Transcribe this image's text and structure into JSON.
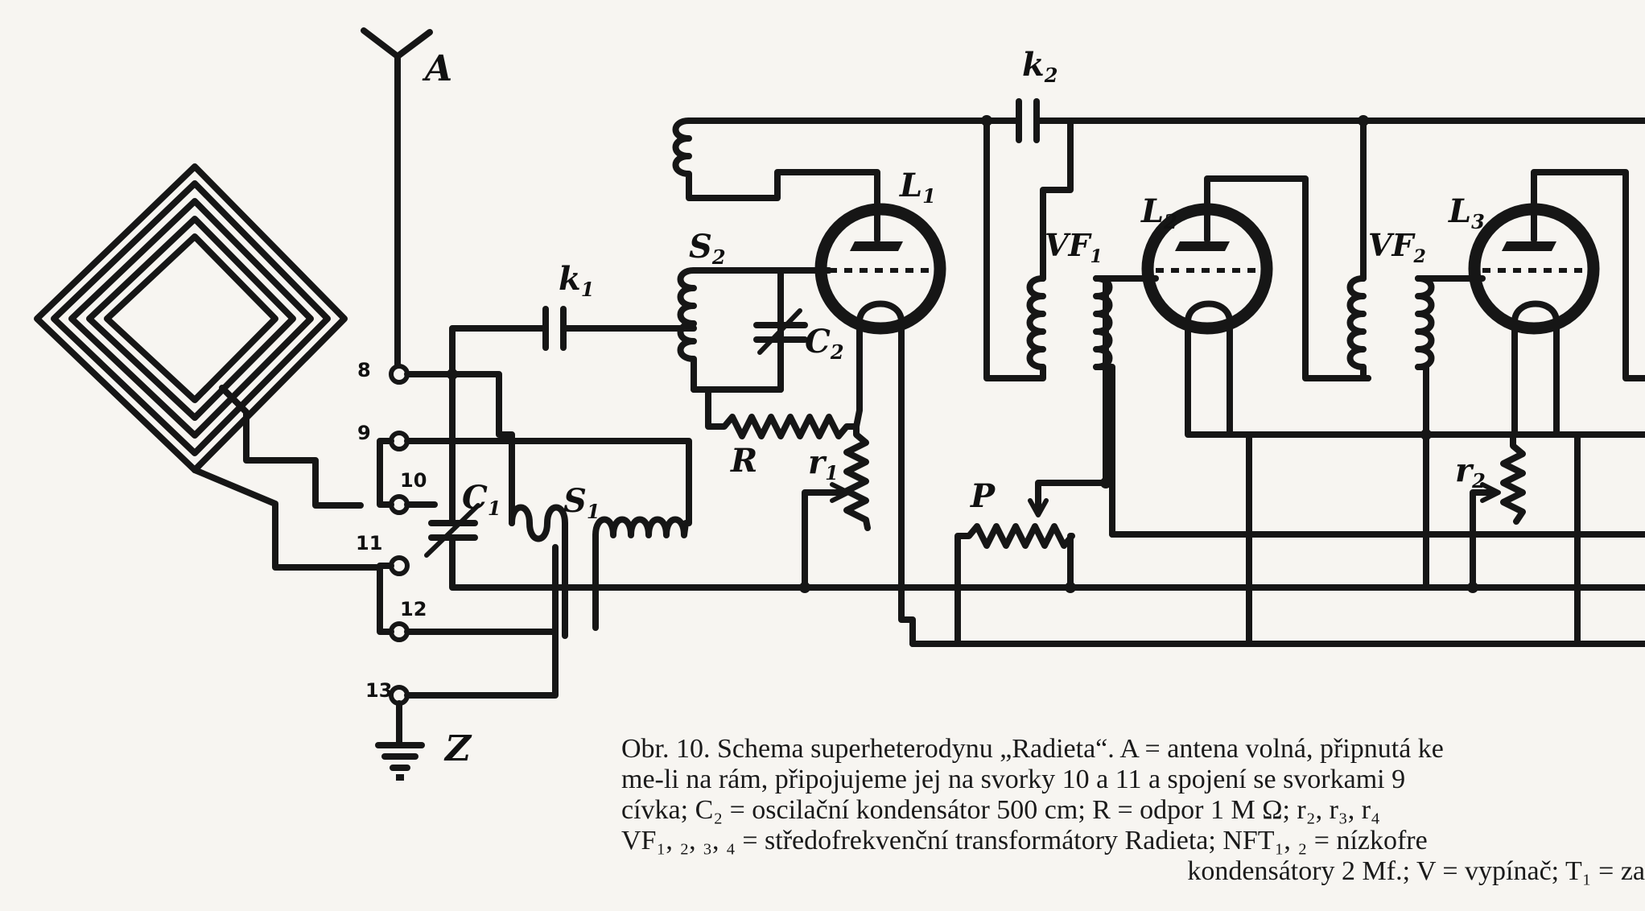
{
  "labels": {
    "antenna": "A",
    "ground": "Z",
    "k1": "k",
    "k1_sub": "1",
    "k2": "k",
    "k2_sub": "2",
    "s1": "S",
    "s1_sub": "1",
    "s2": "S",
    "s2_sub": "2",
    "c1": "C",
    "c1_sub": "1",
    "c2": "C",
    "c2_sub": "2",
    "r": "R",
    "r1": "r",
    "r1_sub": "1",
    "r2": "r",
    "r2_sub": "2",
    "p": "P",
    "l1": "L",
    "l1_sub": "1",
    "l2": "L",
    "l2_sub": "2",
    "l3": "L",
    "l3_sub": "3",
    "vf1": "VF",
    "vf1_sub": "1",
    "vf2": "VF",
    "vf2_sub": "2"
  },
  "terminals": [
    "8",
    "9",
    "10",
    "11",
    "12",
    "13"
  ],
  "caption": {
    "line1": "Obr. 10. Schema superheterodynu „Radieta“. A = antena volná, připnutá ke",
    "line2": "me-li na rám, připojujeme jej na svorky 10 a 11 a spojení se svorkami 9",
    "line3": "cívka; C₂ = oscilační kondensátor 500 cm; R = odpor 1 M Ω; r₂, r₃, r₄",
    "line4": "VF₁, ₂, ₃, ₄ = středofrekvenční transformátory Radieta; NFT₁, ₂ = nízkofre",
    "line5": "kondensátory 2 Mf.; V = vypínač; T₁ = za"
  }
}
